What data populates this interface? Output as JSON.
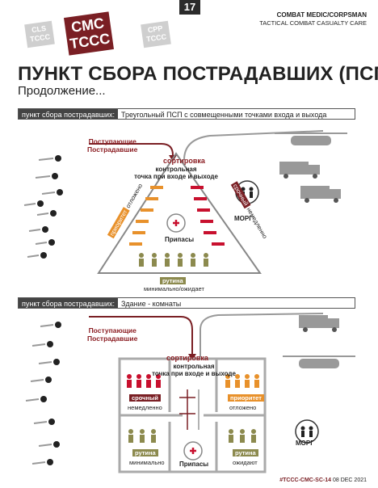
{
  "header": {
    "page_number": "17",
    "logo_left": [
      "CLS",
      "TCCC"
    ],
    "logo_main": [
      "CMC",
      "TCCC"
    ],
    "logo_right": [
      "CPP",
      "TCCC"
    ],
    "org_line1": "COMBAT MEDIC/CORPSMAN",
    "org_line2": "TACTICAL COMBAT CASUALTY CARE"
  },
  "title": "ПУНКТ СБОРА ПОСТРАДАВШИХ (ПСП)",
  "subtitle": "Продолжение...",
  "section1": {
    "bar_label": "пункт сбора пострадавших:",
    "bar_value": "Треугольный ПСП с совмещенными точками входа и выхода",
    "incoming": [
      "Поступающие",
      "Пострадавшие"
    ],
    "triage": "сортировка",
    "checkpoint": [
      "контрольная",
      "точка при входе и выходе"
    ],
    "priority": "приоритет",
    "delayed": "отложено",
    "urgent": "срочный",
    "immediate": "немедленно",
    "supplies": "Припасы",
    "routine": "рутина",
    "minimal": "минимально/ожидает",
    "morgue": "МОРГ"
  },
  "section2": {
    "bar_label": "пункт сбора пострадавших:",
    "bar_value": "Здание - комнаты",
    "incoming": [
      "Поступающие",
      "Пострадавшие"
    ],
    "triage": "сортировка",
    "checkpoint": [
      "контрольная",
      "точка при входе и выходе"
    ],
    "urgent": "срочный",
    "immediate": "немедленно",
    "priority": "приоритет",
    "delayed": "отложено",
    "routine_left": "рутина",
    "minimal": "минимально",
    "supplies": "Припасы",
    "routine_right": "рутина",
    "waiting": "ожидают",
    "morgue": "МОРГ"
  },
  "footer": {
    "code": "#TCCC-CMC-SC-14",
    "date": "08 DEC 2021"
  },
  "colors": {
    "maroon": "#7a1f24",
    "red": "#c8102e",
    "orange": "#e8912b",
    "olive": "#8c8a4e",
    "gray": "#9a9a9a",
    "dark": "#2b2b2b"
  }
}
